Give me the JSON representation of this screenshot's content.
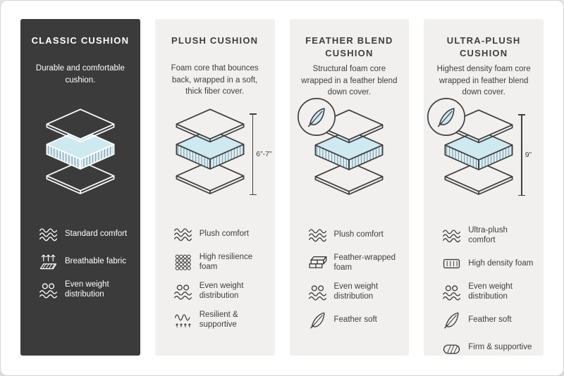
{
  "colors": {
    "dark_panel": "#3b3b3b",
    "light_panel": "#f1f0ee",
    "core_blue": "#cfe9f0",
    "core_hatch_bg": "#ddeff5",
    "core_hatch_line": "#5d7e89",
    "text_dark": "#3e3e3e",
    "text_light": "#ffffff"
  },
  "columns": [
    {
      "title": "CLASSIC CUSHION",
      "description": "Durable and comfortable cushion.",
      "theme": "dark",
      "height_label": "",
      "has_feather_badge": false,
      "features": [
        {
          "icon": "waves-icon",
          "label": "Standard comfort"
        },
        {
          "icon": "breathable-fabric-icon",
          "label": "Breathable fabric"
        },
        {
          "icon": "weight-distribution-icon",
          "label": "Even weight distribution"
        }
      ]
    },
    {
      "title": "PLUSH CUSHION",
      "description": "Foam core that bounces back, wrapped in a soft, thick fiber cover.",
      "theme": "light",
      "height_label": "6”-7”",
      "has_feather_badge": false,
      "features": [
        {
          "icon": "waves-icon",
          "label": "Plush comfort"
        },
        {
          "icon": "foam-bubbles-icon",
          "label": "High resilience foam"
        },
        {
          "icon": "weight-distribution-icon",
          "label": "Even weight distribution"
        },
        {
          "icon": "spring-icon",
          "label": "Resilient & supportive"
        }
      ]
    },
    {
      "title": "FEATHER BLEND CUSHION",
      "description": "Structural foam core wrapped in a feather blend down cover.",
      "theme": "light",
      "height_label": "",
      "has_feather_badge": true,
      "features": [
        {
          "icon": "waves-icon",
          "label": "Plush comfort"
        },
        {
          "icon": "foam-blocks-icon",
          "label": "Feather-wrapped foam"
        },
        {
          "icon": "weight-distribution-icon",
          "label": "Even weight distribution"
        },
        {
          "icon": "feather-icon",
          "label": "Feather soft"
        }
      ]
    },
    {
      "title": "ULTRA-PLUSH CUSHION",
      "description": "Highest density foam core wrapped in feather blend down cover.",
      "theme": "light",
      "height_label": "9”",
      "has_feather_badge": true,
      "features": [
        {
          "icon": "waves-icon",
          "label": "Ultra-plush comfort"
        },
        {
          "icon": "density-foam-icon",
          "label": "High density foam"
        },
        {
          "icon": "weight-distribution-icon",
          "label": "Even weight distribution"
        },
        {
          "icon": "feather-icon",
          "label": "Feather soft"
        },
        {
          "icon": "firm-icon",
          "label": "Firm & supportive"
        }
      ]
    }
  ]
}
